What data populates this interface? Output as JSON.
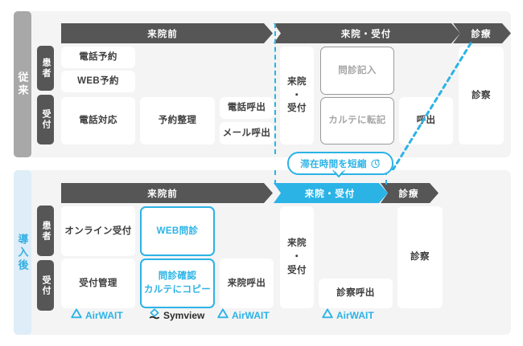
{
  "colors": {
    "accent_blue": "#2bb3e6",
    "dark_grey": "#565656",
    "panel_grey": "#f4f4f4",
    "rail_grey": "#a8a8a8",
    "rail_blue_light": "#deedf7",
    "muted_grey": "#a5a5a5"
  },
  "before": {
    "rail_label": "従来",
    "roles": {
      "patient": "患者",
      "reception": "受付"
    },
    "phases": [
      {
        "id": "pre-visit",
        "label": "来院前",
        "style": "dark"
      },
      {
        "id": "visit-reception",
        "label": "来院・受付",
        "style": "dark"
      },
      {
        "id": "consultation",
        "label": "診療",
        "style": "dark"
      }
    ],
    "patient_tasks": [
      {
        "id": "phone-reservation",
        "label": "電話予約",
        "style": "plain"
      },
      {
        "id": "web-reservation",
        "label": "WEB予約",
        "style": "plain"
      },
      {
        "id": "questionnaire-entry",
        "label": "問診記入",
        "style": "greyline"
      }
    ],
    "reception_tasks": [
      {
        "id": "phone-handling",
        "label": "電話対応",
        "style": "plain"
      },
      {
        "id": "reservation-sorting",
        "label": "予約整理",
        "style": "plain"
      },
      {
        "id": "phone-call-out",
        "label": "電話呼出",
        "style": "plain"
      },
      {
        "id": "mail-call-out",
        "label": "メール呼出",
        "style": "plain"
      },
      {
        "id": "transcribe-to-chart",
        "label": "カルテに転記",
        "style": "greyline"
      },
      {
        "id": "call-out",
        "label": "呼出",
        "style": "plain"
      }
    ],
    "visit_column_label_line1": "来院",
    "visit_column_label_line2": "・",
    "visit_column_label_line3": "受付",
    "exam_label": "診察"
  },
  "callout": {
    "label": "滞在時間を短縮",
    "icon": "stopwatch-icon"
  },
  "after": {
    "rail_label": "導入後",
    "roles": {
      "patient": "患者",
      "reception": "受付"
    },
    "phases": [
      {
        "id": "pre-visit",
        "label": "来院前",
        "style": "dark"
      },
      {
        "id": "visit-reception",
        "label": "来院・受付",
        "style": "blue"
      },
      {
        "id": "consultation",
        "label": "診療",
        "style": "dark"
      }
    ],
    "patient_tasks": [
      {
        "id": "online-reception",
        "label": "オンライン受付",
        "style": "plain"
      },
      {
        "id": "web-questionnaire",
        "label": "WEB問診",
        "style": "blueline"
      }
    ],
    "reception_tasks": [
      {
        "id": "reception-management",
        "label": "受付管理",
        "style": "plain"
      },
      {
        "id": "questionnaire-check-copy",
        "label_line1": "問診確認",
        "label_line2": "カルテにコピー",
        "style": "blueline"
      },
      {
        "id": "visit-call-out",
        "label": "来院呼出",
        "style": "plain"
      },
      {
        "id": "exam-call-out",
        "label": "診察呼出",
        "style": "plain"
      }
    ],
    "visit_column_label_line1": "来院",
    "visit_column_label_line2": "・",
    "visit_column_label_line3": "受付",
    "exam_label": "診察",
    "logos": [
      {
        "id": "airwait-1",
        "name": "AirWAIT",
        "kind": "air"
      },
      {
        "id": "symview",
        "name": "Symview",
        "kind": "sym"
      },
      {
        "id": "airwait-2",
        "name": "AirWAIT",
        "kind": "air"
      },
      {
        "id": "airwait-3",
        "name": "AirWAIT",
        "kind": "air"
      }
    ]
  }
}
